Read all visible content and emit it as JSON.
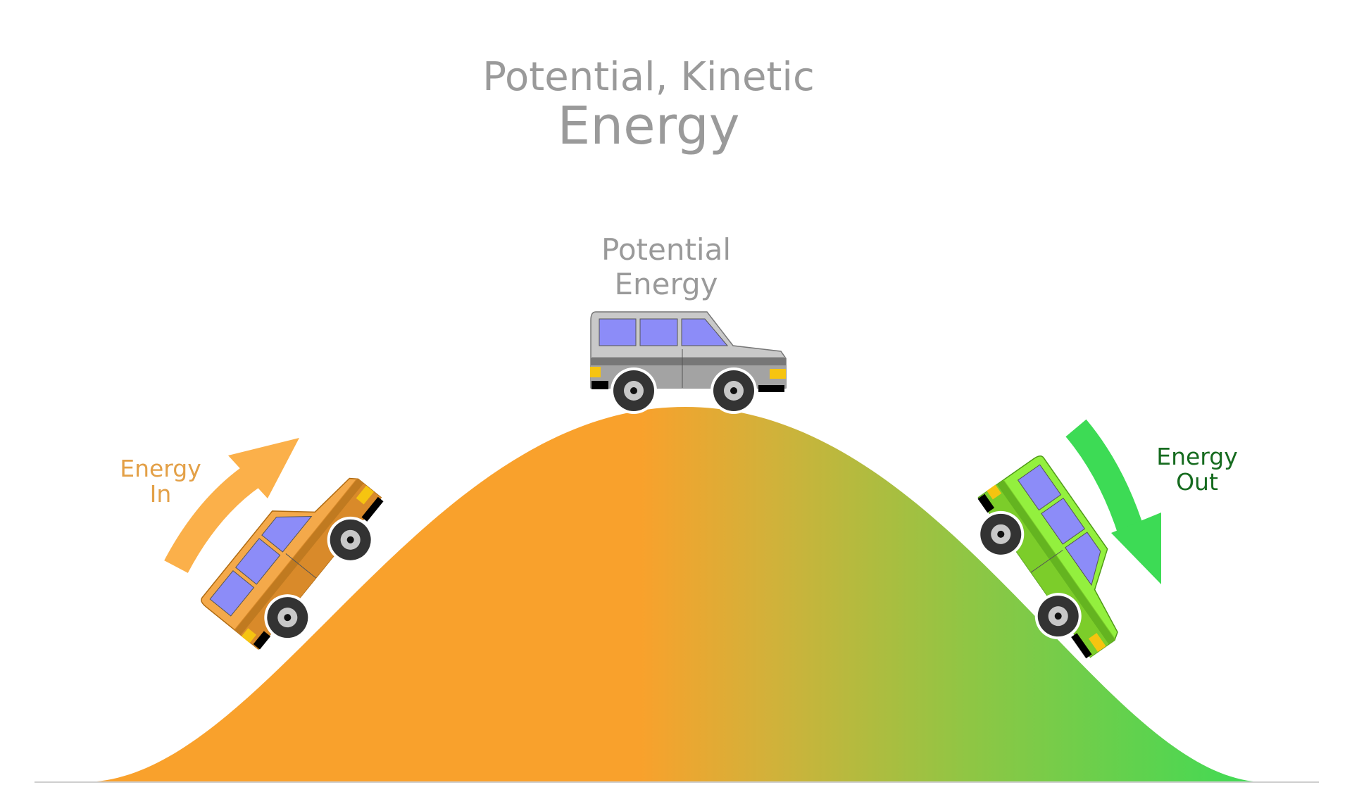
{
  "title": {
    "line1": "Potential, Kinetic",
    "line2": "Energy"
  },
  "labels": {
    "potential": {
      "line1": "Potential",
      "line2": "Energy"
    },
    "energy_in": {
      "line1": "Energy",
      "line2": "In"
    },
    "energy_out": {
      "line1": "Energy",
      "line2": "Out"
    }
  },
  "colors": {
    "title": "#9a9a9a",
    "orange": "#f9a12c",
    "green": "#3ddb55",
    "energy_in_text": "#e3a047",
    "energy_out_text": "#166b1f",
    "window": "#8c8cf8"
  },
  "icons": [
    "car-climbing-icon",
    "car-top-icon",
    "car-descending-icon",
    "arrow-up-icon",
    "arrow-down-icon"
  ]
}
